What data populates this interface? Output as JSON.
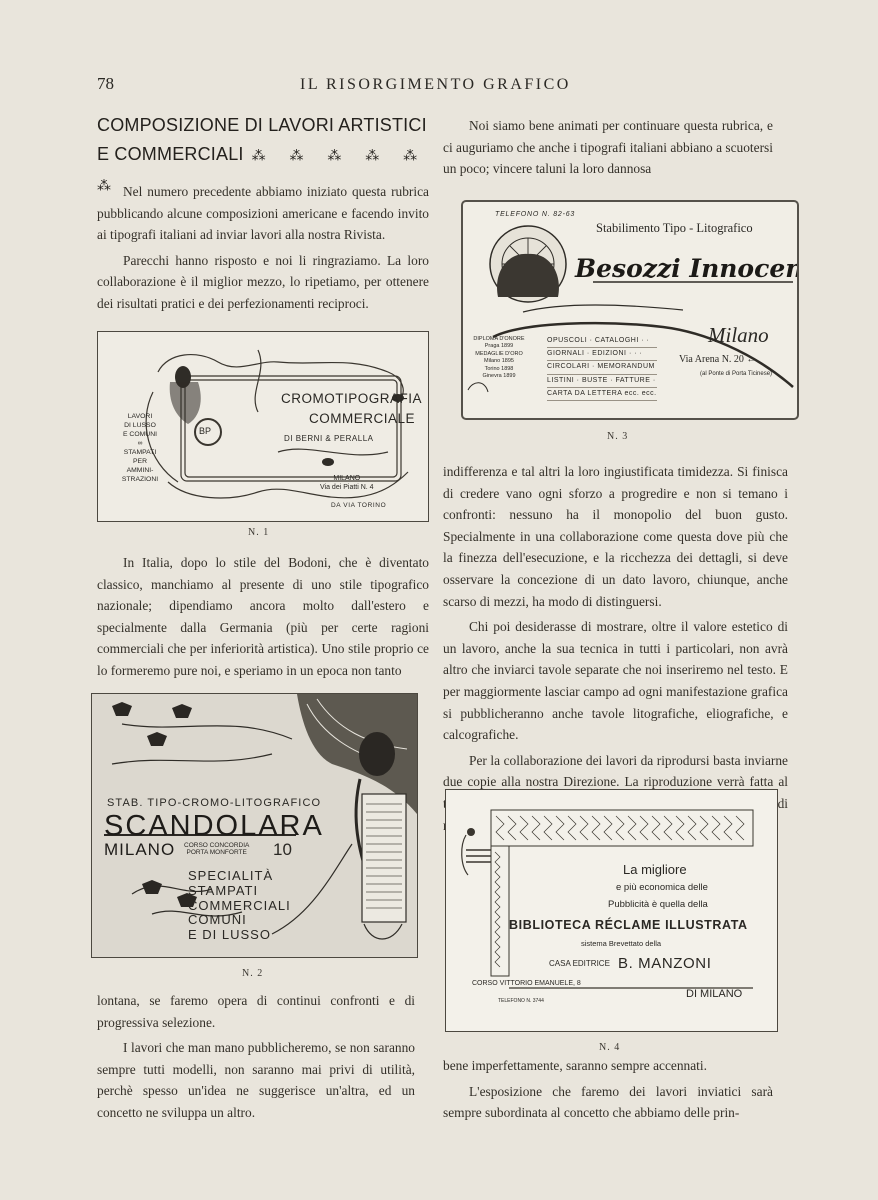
{
  "header": {
    "page_number": "78",
    "journal_title": "IL RISORGIMENTO GRAFICO"
  },
  "article": {
    "title_line1": "COMPOSIZIONE DI LAVORI ARTISTICI",
    "title_line2": "E COMMERCIALI",
    "title_ornament": "⁂ ⁂ ⁂ ⁂ ⁂ ⁂"
  },
  "left_col_top": [
    "Nel numero precedente abbiamo iniziato questa rubrica pubblicando alcune composizioni americane e facendo invito ai tipografi italiani ad inviar lavori alla nostra Rivista.",
    "Parecchi hanno risposto e noi li ringraziamo. La loro collaborazione è il miglior mezzo, lo ripetiamo, per ottenere dei risultati pratici e dei perfezionamenti reciproci."
  ],
  "left_col_mid": [
    "In Italia, dopo lo stile del Bodoni, che è diventato classico, manchiamo al presente di uno stile tipografico nazionale; dipendiamo ancora molto dall'estero e specialmente dalla Germania (più per certe ragioni commerciali che per inferiorità artistica). Uno stile proprio ce lo formeremo pure noi, e speriamo in un epoca non tanto"
  ],
  "left_col_bottom": [
    "lontana, se faremo opera di continui confronti e di progressiva selezione.",
    "I lavori che man mano pubblicheremo, se non saranno sempre tutti modelli, non saranno mai privi di utilità, perchè spesso un'idea ne suggerisce un'altra, ed un concetto ne sviluppa un altro."
  ],
  "right_col_top": [
    "Noi siamo bene animati per continuare questa rubrica, e ci auguriamo che anche i tipografi italiani abbiano a scuotersi un poco; vincere taluni la loro dannosa"
  ],
  "right_col_mid": [
    "indifferenza e tal altri la loro ingiustificata timidezza. Si finisca di credere vano ogni sforzo a progredire e non si temano i confronti: nessuno ha il monopolio del buon gusto. Specialmente in una collaborazione come questa dove più che la finezza dell'esecuzione, e la ricchezza dei dettagli, si deve osservare la concezione di un dato lavoro, chiunque, anche scarso di mezzi, ha modo di distinguersi.",
    "Chi poi desiderasse di mostrare, oltre il valore estetico di un lavoro, anche la sua tecnica in tutti i particolari, non avrà altro che inviarci tavole separate che noi inseriremo nel testo. E per maggiormente lasciar campo ad ogni manifestazione grafica si pubblicheranno anche tavole litografiche, eliografiche, e calcografiche.",
    "Per la collaborazione dei lavori da riprodursi basta inviarne due copie alla nostra Direzione. La riproduzione verrà fatta al tratto, se di un sol colore, ed a mezza tinta se di parecchi; di modo che gli effetti dei colori, seb-"
  ],
  "right_col_bottom": [
    "bene imperfettamente, saranno sempre accennati.",
    "L'esposizione che faremo dei lavori inviatici sarà sempre subordinata al concetto che abbiamo delle prin-"
  ],
  "figures": {
    "fig1": {
      "caption": "N. 1",
      "line1": "CROMOTIPOGRAFIA",
      "line2": "COMMERCIALE",
      "line3": "DI BERNI & PERALLA",
      "left_text": "LAVORI\nDI LUSSO\nE COMUNI\n∞\nSTAMPATI\nPER\nAMMINI-\nSTRAZIONI",
      "monogram": "BP",
      "address": "MILANO\nVia dei Piatti N. 4",
      "address2": "DA VIA TORINO"
    },
    "fig2": {
      "caption": "N. 2",
      "stab": "STAB. TIPO-CROMO-LITOGRAFICO",
      "name": "SCANDOLARA",
      "city": "MILANO",
      "corso": "CORSO CONCORDIA\nPORTA MONFORTE",
      "number": "10",
      "special": "SPECIALITÀ\nSTAMPATI\nCOMMERCIALI\nCOMUNI\nE DI LUSSO"
    },
    "fig3": {
      "caption": "N. 3",
      "telefono": "TELEFONO N. 82-63",
      "stab": "Stabilimento Tipo - Litografico",
      "name": "Besozzi Innocente",
      "city": "Milano",
      "via": "Via Arena N. 20 ←",
      "porta": "(al Ponte di Porta Ticinese)",
      "diplomas": "DIPLOMA D'ONORE\nPraga 1899\nMEDAGLIE D'ORO\nMilano 1895\nTorino 1898\nGinevra 1899",
      "services": [
        "OPUSCOLI · CATALOGHI · ·",
        "GIORNALI · EDIZIONI · · ·",
        "CIRCOLARI · MEMORANDUM",
        "LISTINI · BUSTE · FATTURE ·",
        "CARTA DA LETTERA ecc. ecc."
      ]
    },
    "fig4": {
      "caption": "N. 4",
      "line1": "La migliore",
      "line2": "e più economica delle",
      "line3": "Pubblicità è quella della",
      "line4": "BIBLIOTECA RÉCLAME ILLUSTRATA",
      "line5": "sistema Brevettato della",
      "casa": "CASA EDITRICE",
      "manzoni": "B. MANZONI",
      "corso": "CORSO VITTORIO EMANUELE, 8",
      "tel": "TELEFONO N. 3744",
      "dimilano": "DI MILANO"
    }
  }
}
